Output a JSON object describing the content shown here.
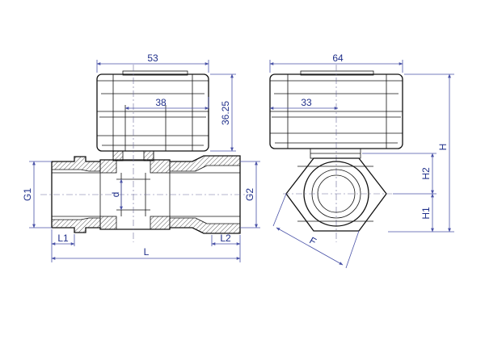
{
  "dimensions": {
    "top_left_width": "53",
    "inner_left": "38",
    "height_side": "36.25",
    "g1": "G1",
    "g2": "G2",
    "d": "d",
    "l1": "L1",
    "l2": "L2",
    "l": "L",
    "top_right_width": "64",
    "inner_right": "33",
    "h": "H",
    "h1": "H1",
    "h2": "H2",
    "f": "F"
  },
  "colors": {
    "ink": "#111111",
    "dimension": "#1f2f8a",
    "hatch": "#555555"
  }
}
